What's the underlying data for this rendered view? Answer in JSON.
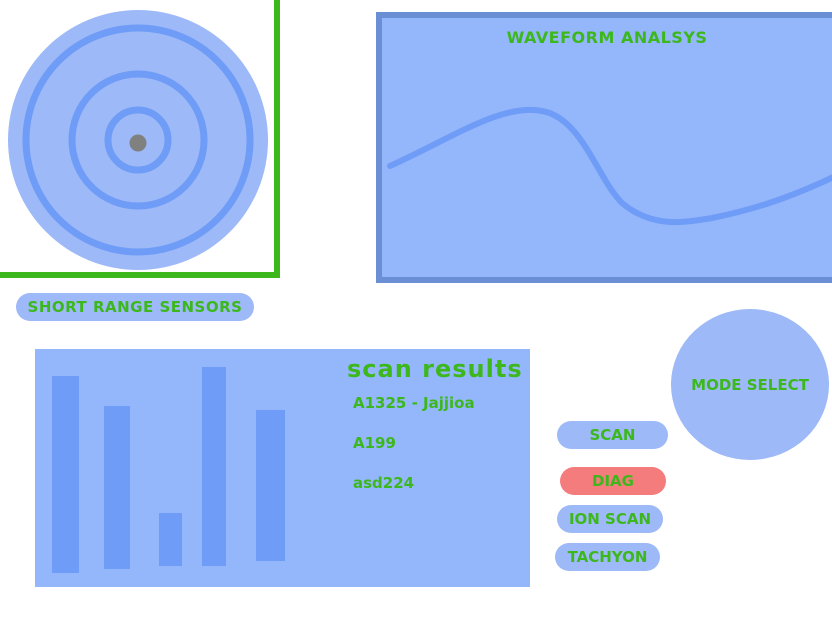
{
  "sensors": {
    "label": "SHORT RANGE SENSORS"
  },
  "waveform": {
    "title": "WAVEFORM ANALSYS"
  },
  "scan": {
    "title": "scan results",
    "results": [
      "A1325 - Jajjioa",
      "A199",
      "asd224"
    ],
    "bar_levels": [
      0.82,
      0.68,
      0.22,
      0.83,
      0.63
    ]
  },
  "mode": {
    "select_label": "MODE SELECT",
    "buttons": [
      {
        "label": "SCAN",
        "active": false
      },
      {
        "label": "DIAG",
        "active": true
      },
      {
        "label": "ION SCAN",
        "active": false
      },
      {
        "label": "TACHYON",
        "active": false
      }
    ]
  },
  "colors": {
    "accent_green": "#3db81c",
    "panel_blue": "#94b6fb",
    "bar_blue": "#6f9cf6",
    "frame_blue": "#6b8fd4",
    "active_red": "#f47c7c"
  },
  "icons": {
    "radar": "radar-scope-icon"
  }
}
